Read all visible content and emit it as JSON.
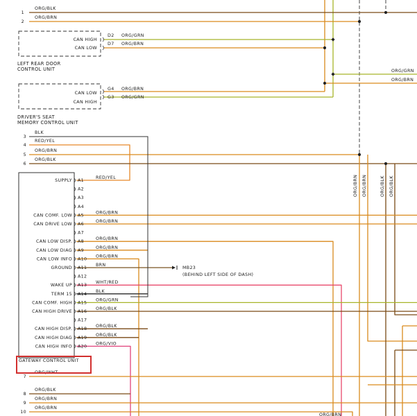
{
  "colors": {
    "org_brn": "#d98a1c",
    "org_grn": "#a8b52a",
    "org_blk": "#7a4a16",
    "red_yel": "#e6892a",
    "wht_red": "#e8486b",
    "org_vio": "#e0427a",
    "brn": "#7a5520",
    "blk": "#2a2a2a",
    "box": "#333333",
    "highlight": "#d2302f"
  },
  "top_pins": [
    {
      "num": "1",
      "color": "ORG/BLK"
    },
    {
      "num": "2",
      "color": "ORG/BRN"
    }
  ],
  "left_rear_door": {
    "pins": [
      {
        "name": "CAN HIGH",
        "pin": "D2",
        "color": "ORG/GRN"
      },
      {
        "name": "CAN LOW",
        "pin": "D7",
        "color": "ORG/BRN"
      }
    ],
    "caption_line1": "LEFT REAR DOOR",
    "caption_line2": "CONTROL UNIT"
  },
  "right_labels": [
    "ORG/GRN",
    "ORG/BRN"
  ],
  "drivers_seat": {
    "pins": [
      {
        "name": "CAN LOW",
        "pin": "G4",
        "color": "ORG/BRN"
      },
      {
        "name": "CAN HIGH",
        "pin": "G3",
        "color": "ORG/GRN"
      }
    ],
    "caption_line1": "DRIVER'S SEAT",
    "caption_line2": "MEMORY CONTROL UNIT"
  },
  "mid_pins": [
    {
      "num": "3",
      "color": "BLK"
    },
    {
      "num": "4",
      "color": "RED/YEL"
    },
    {
      "num": "5",
      "color": "ORG/BRN"
    },
    {
      "num": "6",
      "color": "ORG/BLK"
    }
  ],
  "vertical_labels": [
    "ORG/BRN",
    "ORG/BRN",
    "ORG/BLK",
    "ORG/BLK"
  ],
  "gateway": {
    "pins": [
      {
        "name": "SUPPLY",
        "pin": "A1",
        "color": "RED/YEL"
      },
      {
        "name": "",
        "pin": "A2",
        "color": ""
      },
      {
        "name": "",
        "pin": "A3",
        "color": ""
      },
      {
        "name": "",
        "pin": "A4",
        "color": ""
      },
      {
        "name": "CAN COMF. LOW",
        "pin": "A5",
        "color": "ORG/BRN"
      },
      {
        "name": "CAN DRIVE LOW",
        "pin": "A6",
        "color": "ORG/BRN"
      },
      {
        "name": "",
        "pin": "A7",
        "color": ""
      },
      {
        "name": "CAN LOW DISP.",
        "pin": "A8",
        "color": "ORG/BRN"
      },
      {
        "name": "CAN LOW DIAG",
        "pin": "A9",
        "color": "ORG/BRN"
      },
      {
        "name": "CAN LOW INFO",
        "pin": "A10",
        "color": "ORG/BRN"
      },
      {
        "name": "GROUND",
        "pin": "A11",
        "color": "BRN"
      },
      {
        "name": "",
        "pin": "A12",
        "color": ""
      },
      {
        "name": "WAKE UP",
        "pin": "A13",
        "color": "WHT/RED"
      },
      {
        "name": "TERM 15",
        "pin": "A14",
        "color": "BLK"
      },
      {
        "name": "CAN COMF. HIGH",
        "pin": "A15",
        "color": "ORG/GRN"
      },
      {
        "name": "CAN HIGH DRIVE",
        "pin": "A16",
        "color": "ORG/BLK"
      },
      {
        "name": "",
        "pin": "A17",
        "color": ""
      },
      {
        "name": "CAN HIGH DISP.",
        "pin": "A18",
        "color": "ORG/BLK"
      },
      {
        "name": "CAN HIGH DIAG",
        "pin": "A19",
        "color": "ORG/BLK"
      },
      {
        "name": "CAN HIGH INFO",
        "pin": "A20",
        "color": "ORG/VIO"
      }
    ],
    "caption": "GATEWAY CONTROL UNIT"
  },
  "ground_ref": {
    "id": "MB23",
    "note": "(BEHIND LEFT SIDE OF DASH)"
  },
  "bottom_pins": [
    {
      "num": "7",
      "color": "ORG/WHT"
    },
    {
      "num": "8",
      "color": "ORG/BLK"
    },
    {
      "num": "9",
      "color": "ORG/BRN"
    },
    {
      "num": "10",
      "color": "ORG/BRN"
    }
  ],
  "bottom_right_label": "ORG/BRN"
}
